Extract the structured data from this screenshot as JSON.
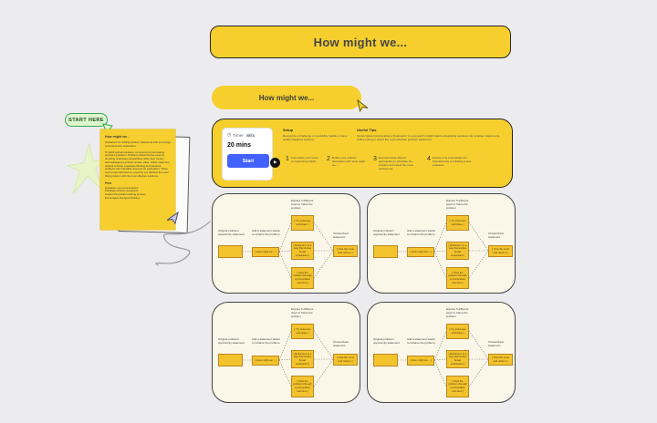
{
  "colors": {
    "background": "#ececee",
    "yellow": "#f6cf2f",
    "flow_sticky": "#f3c32d",
    "sticky_border": "#bd861f",
    "cream_frame": "#faf6e8",
    "frame_border": "#454545",
    "blue_button": "#4262ff",
    "green_fill": "#ddf6cb",
    "green_border": "#3aa656",
    "purple_cursor": "#c9c5f0"
  },
  "icons": {
    "timer": "◷",
    "play": "▶"
  },
  "banner": {
    "title": "How might we..."
  },
  "pill": {
    "label": "How might we..."
  },
  "start_here": {
    "label": "START HERE"
  },
  "note": {
    "title": "How might we...",
    "intro": "Guidelines for crafting problem statements that encourage comprehensive exploration.",
    "body": "To distill optimal solutions, commence by formulating pertinent questions. Problem-critical themes excel at unveiling underlying complexities rather than merely acknowledging a problem at face value. Utilize statement starters to foster expansive thinking and transform problems into inquisitive avenues for exploration. These tools propel discussions, ensuring you address the most fitting problem with the most effective solutions.",
    "pros_title": "Pros",
    "pros": [
      "Questions your presumptions.",
      "Facilitates diverse viewpoints.",
      "Guides the problem-solving process.",
      "Encourages divergent thinking."
    ]
  },
  "setup_panel": {
    "timer": {
      "label": "Timer",
      "beta": "BETA",
      "duration": "20 mins",
      "start": "Start"
    },
    "setup": {
      "title": "Setup",
      "body": "Recognize a challenge or possibility (tackle or via a vividly imagined context)."
    },
    "tips": {
      "title": "Useful Tips",
      "body": "Contemplate incorporating a 'brainstorm' to a research insight before integrating solutions into problem statements. Utilize voting to select the most effective problem statement."
    },
    "steps": [
      {
        "num": "1",
        "text": "Summarize your issue or opportunity briefly."
      },
      {
        "num": "2",
        "text": "Refine your problem description with 'How might we...'."
      },
      {
        "num": "3",
        "text": "Examine these distinct approaches to articulate the problem and select the most optimal one."
      },
      {
        "num": "4",
        "text": "Employ it as a foundation for brainstorming or initiating a new endeavor."
      }
    ]
  },
  "frame": {
    "labels": {
      "original": "Original problem/ opportunity statement",
      "starter": "Add a statement starter to reframe the problem.",
      "explore": "Explore 5 different ways to frame the problem",
      "chosen": "Chosen/best statement"
    },
    "stickies": {
      "hmw": "[ How might we... ]",
      "try": "[ Try extremes technique ]",
      "reframe": "[ Reframe it in a way that invites broad exploration ]",
      "view": "[ View the problem through a provocative new lens ]",
      "vote": "[ Vote the most and refine it ]"
    }
  }
}
